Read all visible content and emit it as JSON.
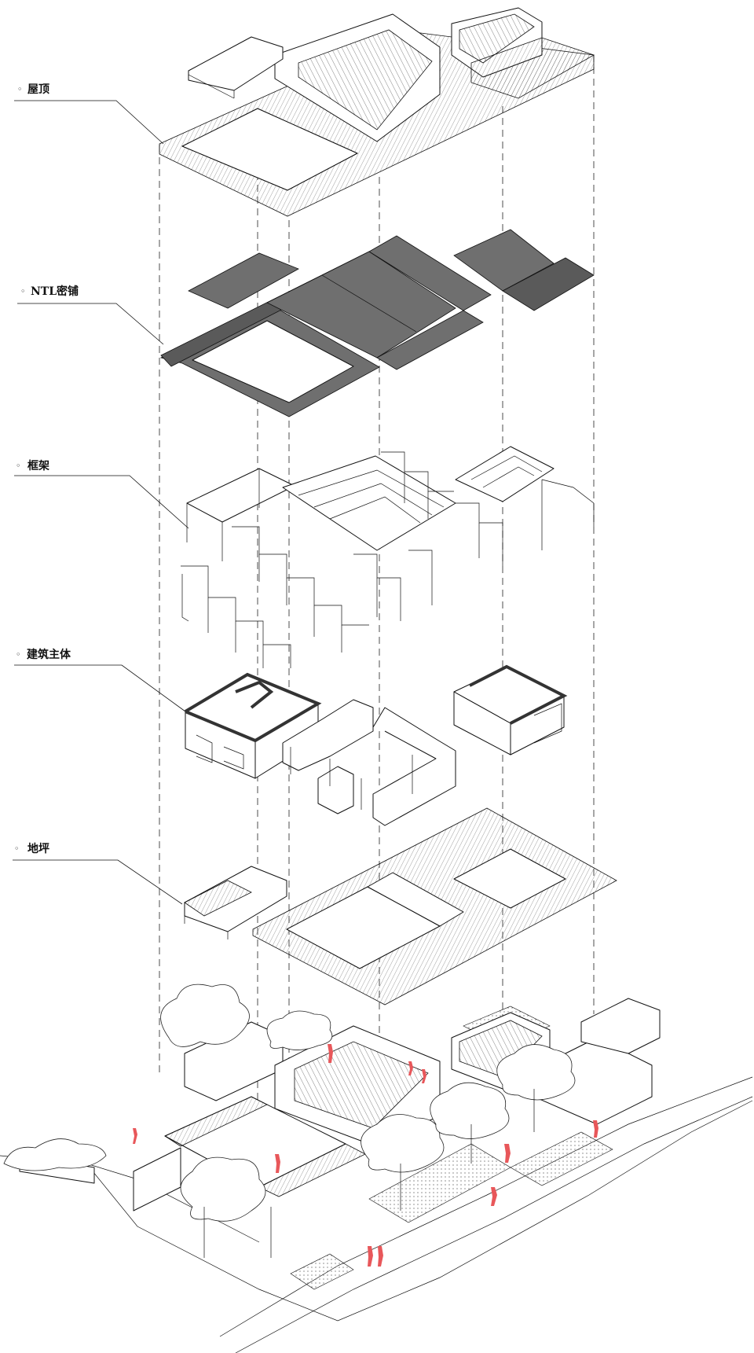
{
  "layers": [
    {
      "key": "roof",
      "bullet": "◦",
      "label": "屋顶"
    },
    {
      "key": "ntl",
      "bullet": "◦",
      "label": "NTL密铺"
    },
    {
      "key": "frame",
      "bullet": "◦",
      "label": "框架"
    },
    {
      "key": "body",
      "bullet": "◦",
      "label": "建筑主体"
    },
    {
      "key": "floor",
      "bullet": "◦",
      "label": "地坪"
    }
  ],
  "colors": {
    "line": "#111111",
    "panel_dark": "#6f6f6f",
    "people": "#e8575a",
    "background": "#ffffff"
  }
}
